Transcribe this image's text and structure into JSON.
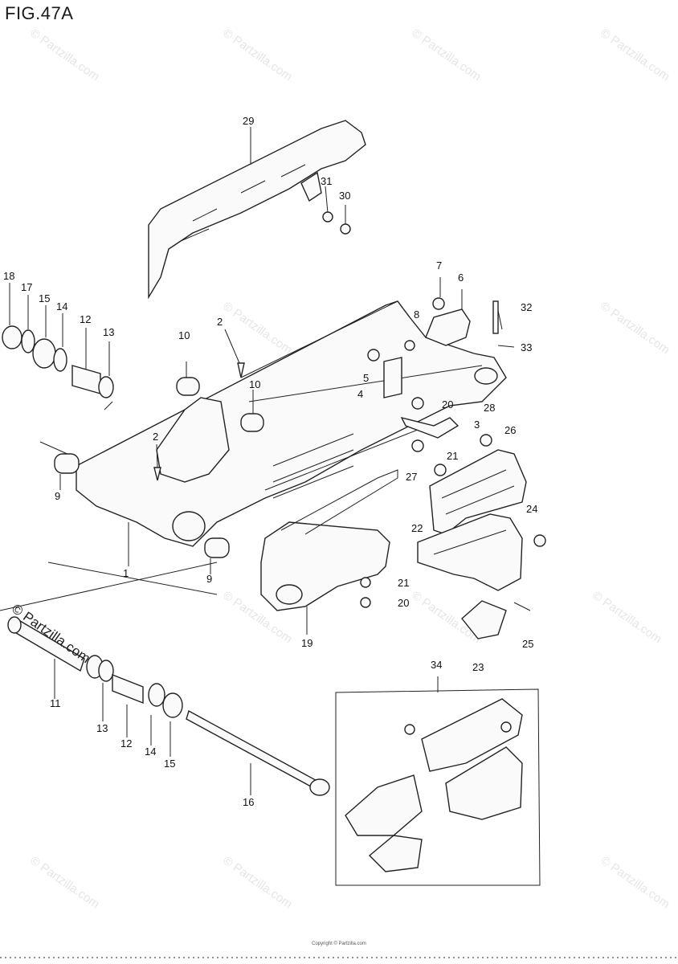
{
  "figure": {
    "title": "FIG.47A"
  },
  "watermark": {
    "text": "© Partzilla.com",
    "repeat": 12
  },
  "brand": {
    "text": "© Partzilla.com"
  },
  "footer": {
    "copyright": "Copyright © Partzilla.com"
  },
  "callouts": [
    "29",
    "31",
    "30",
    "7",
    "6",
    "32",
    "33",
    "8",
    "5",
    "4",
    "20",
    "3",
    "28",
    "26",
    "21",
    "27",
    "24",
    "22",
    "21",
    "20",
    "25",
    "23",
    "19",
    "18",
    "17",
    "15",
    "14",
    "12",
    "13",
    "10",
    "2",
    "10",
    "2",
    "9",
    "1",
    "9",
    "11",
    "13",
    "12",
    "14",
    "15",
    "16",
    "34"
  ]
}
